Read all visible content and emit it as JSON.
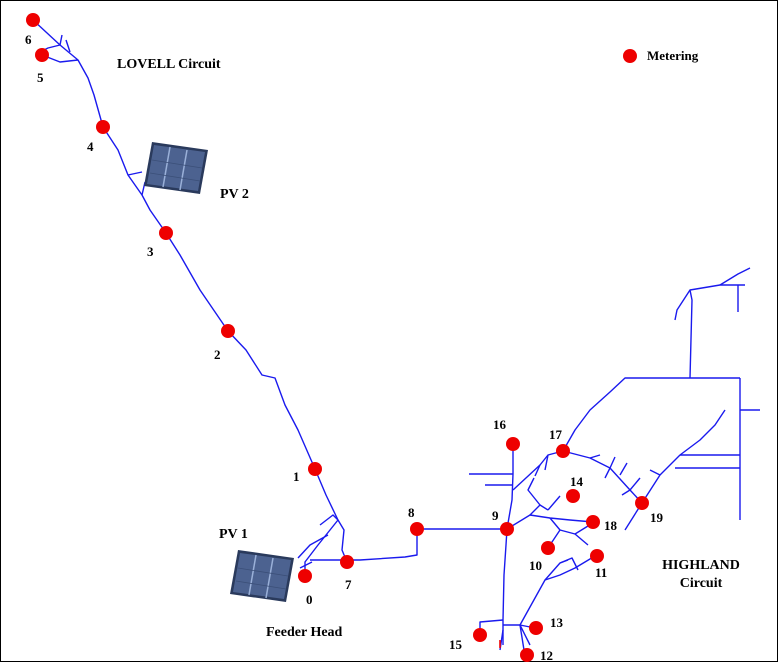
{
  "labels": {
    "lovell": "LOVELL Circuit",
    "highland_line1": "HIGHLAND",
    "highland_line2": "Circuit",
    "feeder_head": "Feeder Head",
    "pv1": "PV 1",
    "pv2": "PV 2",
    "legend": "Metering"
  },
  "meter_ids": [
    "0",
    "1",
    "2",
    "3",
    "4",
    "5",
    "6",
    "7",
    "8",
    "9",
    "10",
    "11",
    "12",
    "13",
    "14",
    "15",
    "16",
    "17",
    "18",
    "19"
  ],
  "colors": {
    "line": "#1a1aee",
    "meter": "#ee0000",
    "panel_dark": "#2a3a5c",
    "panel_cell": "#4c6290"
  },
  "icons": {
    "meter": "red-circle",
    "panel": "solar-panel-icon"
  }
}
